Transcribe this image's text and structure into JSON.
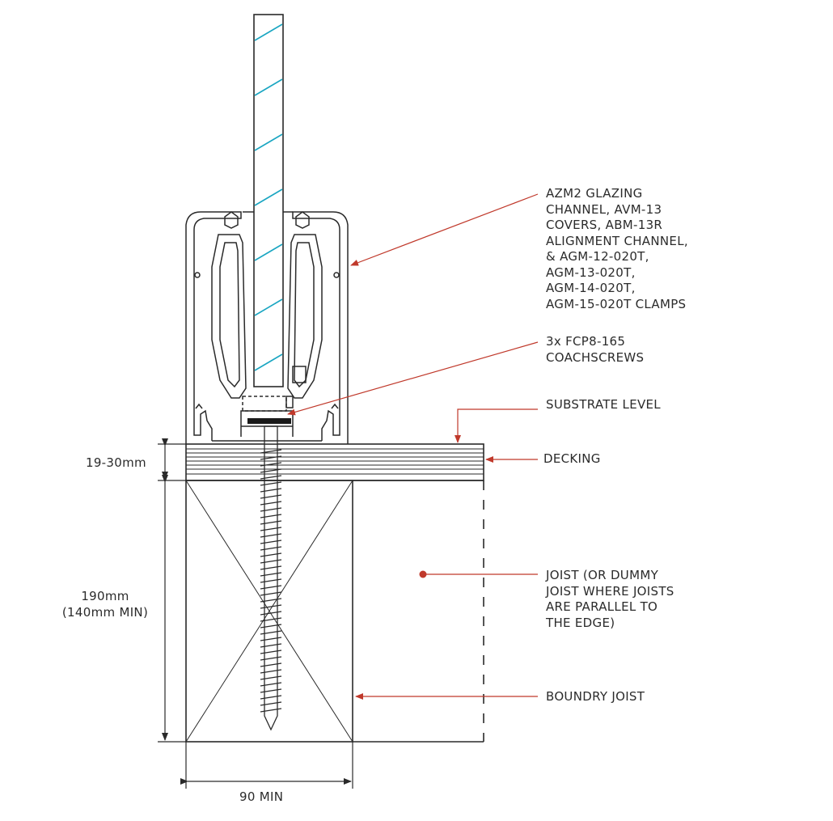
{
  "colors": {
    "line": "#2a2a2a",
    "leader": "#c0392b",
    "glass_hatch": "#1aa6c2",
    "background": "#ffffff"
  },
  "labels": {
    "channel": "AZM2 GLAZING\nCHANNEL, AVM-13\nCOVERS, ABM-13R\nALIGNMENT CHANNEL,\n& AGM-12-020T,\nAGM-13-020T,\nAGM-14-020T,\nAGM-15-020T CLAMPS",
    "coachscrews": "3x FCP8-165\nCOACHSCREWS",
    "substrate": "SUBSTRATE LEVEL",
    "decking": "DECKING",
    "joist": "JOIST (OR DUMMY\nJOIST WHERE JOISTS\nARE PARALLEL TO\nTHE EDGE)",
    "boundry": "BOUNDRY JOIST"
  },
  "dimensions": {
    "decking_thickness": "19-30mm",
    "joist_height": "190mm\n(140mm MIN)",
    "joist_width": "90 MIN"
  }
}
